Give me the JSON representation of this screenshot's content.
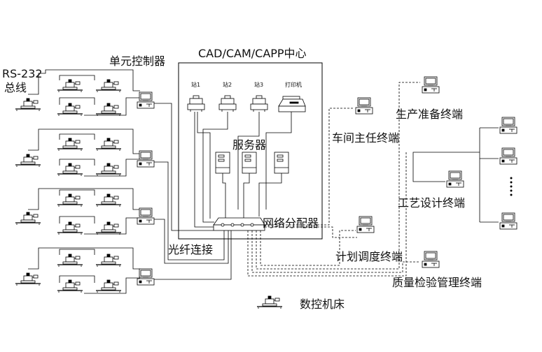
{
  "labels": {
    "rs232": "RS-232",
    "bus": "总线",
    "unit_controller": "单元控制器",
    "cad_center": "CAD/CAM/CAPP中心",
    "station1": "站1",
    "station2": "站2",
    "station3": "站3",
    "printer": "打印机",
    "server": "服务器",
    "network_distributor": "网络分配器",
    "fiber_link": "光纤连接",
    "workshop_director": "车间主任终端",
    "production_prep": "生产准备终端",
    "process_design": "工艺设计终端",
    "planning": "计划调度终端",
    "quality": "质量检验管理终端",
    "cnc_machine": "数控机床"
  }
}
